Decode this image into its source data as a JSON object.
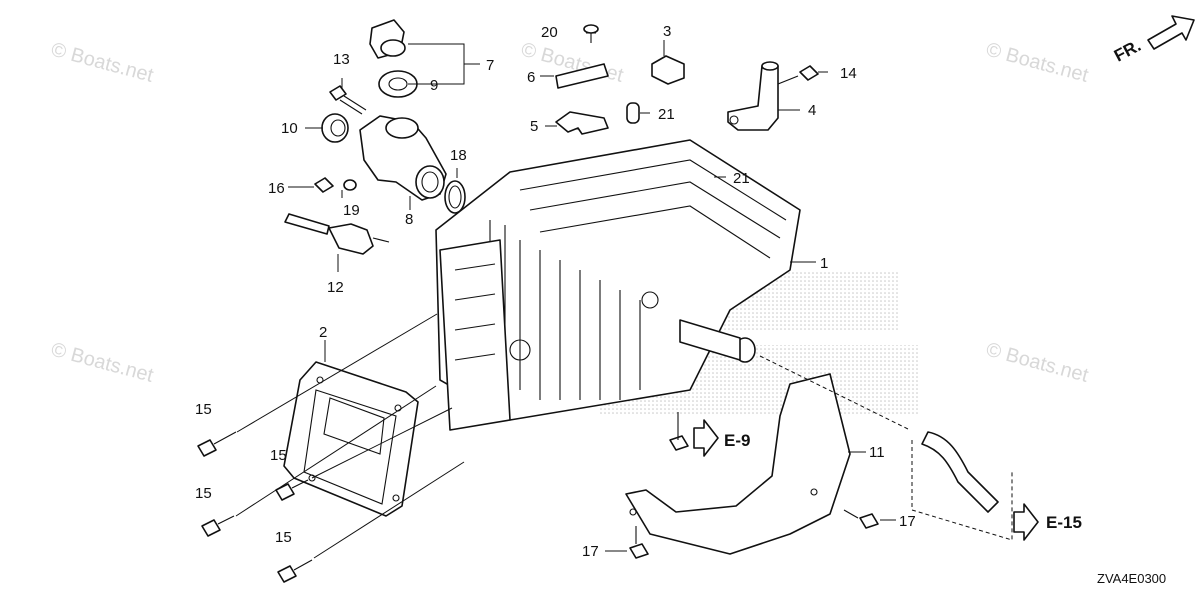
{
  "watermark": "© Boats.net",
  "direction_label": "FR.",
  "diagram_code": "ZVA4E0300",
  "references": {
    "e9": "E-9",
    "e15": "E-15"
  },
  "callouts": {
    "c1": "1",
    "c2": "2",
    "c3": "3",
    "c4": "4",
    "c5": "5",
    "c6": "6",
    "c7": "7",
    "c8": "8",
    "c9": "9",
    "c10": "10",
    "c11": "11",
    "c12": "12",
    "c13": "13",
    "c14": "14",
    "c15": "15",
    "c16": "16",
    "c17": "17",
    "c18": "18",
    "c19": "19",
    "c20": "20",
    "c21": "21"
  }
}
